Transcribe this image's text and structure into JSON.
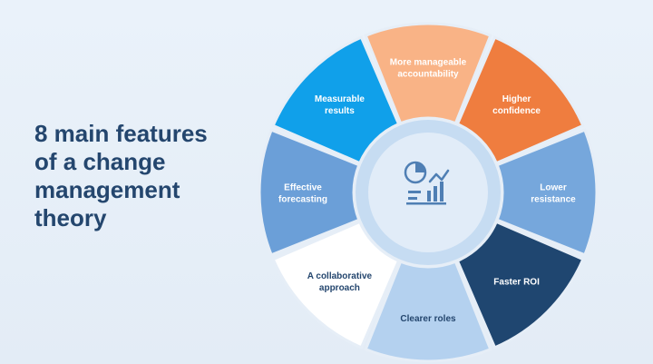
{
  "title_lines": [
    "8 main features",
    "of a change",
    "management",
    "theory"
  ],
  "center_icon": "chart-analytics-icon",
  "colors": {
    "background": "#e8f0f8",
    "title": "#24466e",
    "center_circle": "#e1ecf8",
    "inner_ring": "#c6dcf2",
    "icon": "#4f7fb4"
  },
  "segments": [
    {
      "label_lines": [
        "More manageable",
        "accountability"
      ],
      "color": "#f9b386",
      "text_color": "#ffffff"
    },
    {
      "label_lines": [
        "Higher",
        "confidence"
      ],
      "color": "#ef7d3f",
      "text_color": "#ffffff"
    },
    {
      "label_lines": [
        "Lower",
        "resistance"
      ],
      "color": "#76a7dc",
      "text_color": "#ffffff"
    },
    {
      "label_lines": [
        "Faster ROI"
      ],
      "color": "#1f4670",
      "text_color": "#ffffff"
    },
    {
      "label_lines": [
        "Clearer roles"
      ],
      "color": "#b4d1ef",
      "text_color": "#24466e"
    },
    {
      "label_lines": [
        "A collaborative",
        "approach"
      ],
      "color": "#ffffff",
      "text_color": "#24466e"
    },
    {
      "label_lines": [
        "Effective",
        "forecasting"
      ],
      "color": "#6b9fd8",
      "text_color": "#ffffff"
    },
    {
      "label_lines": [
        "Measurable",
        "results"
      ],
      "color": "#10a0ea",
      "text_color": "#ffffff"
    }
  ]
}
